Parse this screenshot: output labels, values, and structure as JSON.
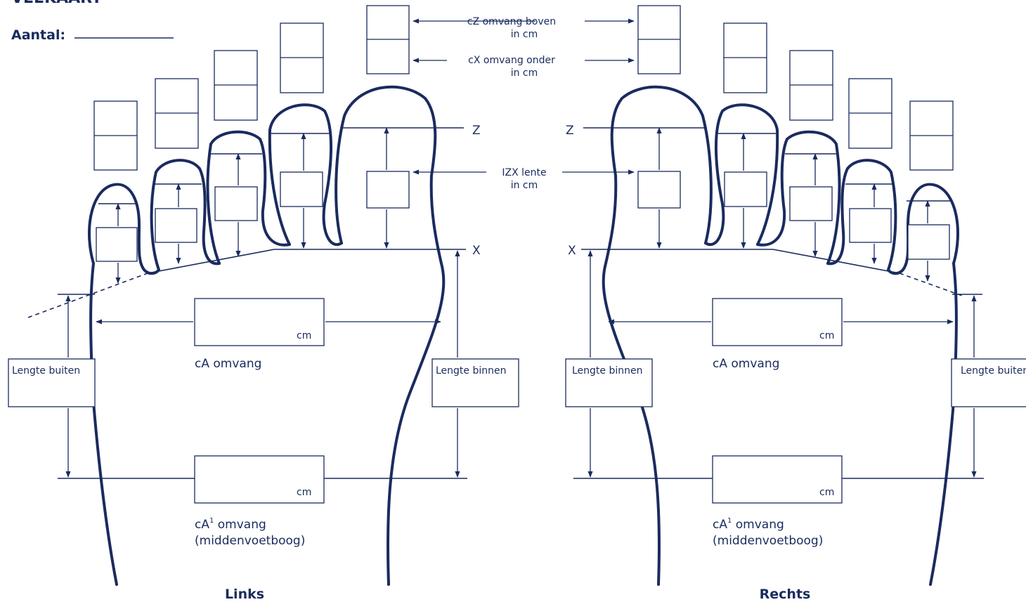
{
  "header": {
    "title_partial": "VEEKAART",
    "aantal_label": "Aantal:"
  },
  "labels": {
    "cz_line1": "cZ omvang boven",
    "cz_line2": "in cm",
    "cx_line1": "cX omvang onder",
    "cx_line2": "in cm",
    "izx_line1": "IZX lente",
    "izx_line2": "in cm",
    "z_marker": "Z",
    "x_marker": "X",
    "ca_label": "cA omvang",
    "ca1_label_pre": "cA",
    "ca1_label_sup": "1",
    "ca1_label_post": " omvang",
    "ca1_label_line2": "(middenvoetboog)",
    "cm_unit": "cm",
    "lengte_buiten": "Lengte buiten",
    "lengte_binnen": "Lengte binnen",
    "links": "Links",
    "rechts": "Rechts"
  },
  "colors": {
    "ink": "#1a2b5e",
    "background": "#ffffff"
  },
  "icons": [
    "arrow-left-icon",
    "arrow-right-icon",
    "arrow-up-icon",
    "arrow-down-icon"
  ]
}
